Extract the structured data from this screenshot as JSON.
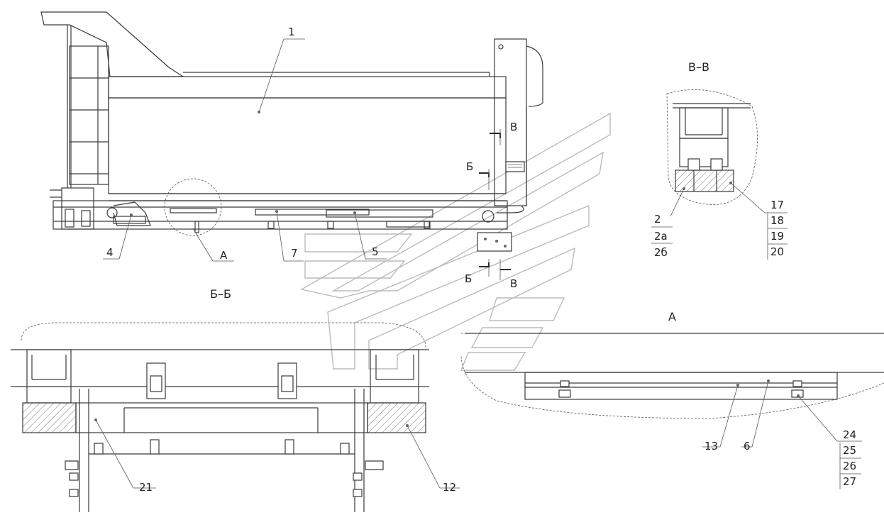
{
  "views": {
    "view_bb_title": "Б–Б",
    "view_vv_title": "В–В",
    "view_a_title": "А"
  },
  "section_marks": {
    "v_top": "В",
    "b_mid": "Б",
    "b_low": "Б",
    "v_low": "В"
  },
  "callouts": {
    "c1": "1",
    "c4": "4",
    "cA": "А",
    "c7": "7",
    "c5": "5",
    "c2": "2",
    "c2a": "2а",
    "c2b": "2б",
    "c17": "17",
    "c18": "18",
    "c19": "19",
    "c20": "20",
    "c21": "21",
    "c12": "12",
    "c13": "13",
    "c6": "6",
    "c24": "24",
    "c25": "25",
    "c26": "26",
    "c27": "27"
  },
  "colors": {
    "line": "#3a3a3a",
    "watermark": "#bbbbbb",
    "background": "#ffffff"
  }
}
